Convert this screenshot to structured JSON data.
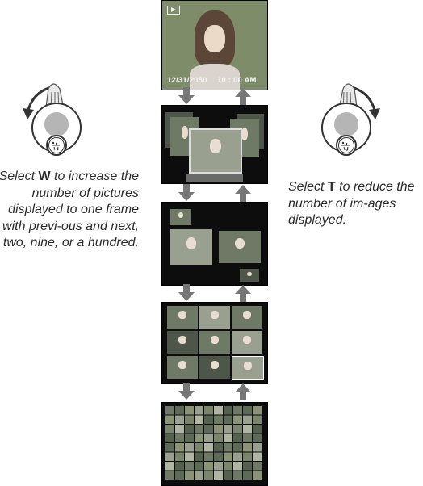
{
  "screen1": {
    "date": "12/31/2050",
    "time": "10 : 00  AM"
  },
  "left_caption": {
    "select": "Select",
    "key": "W",
    "rest": " to increase the number of pictures displayed to one frame with previ-ous and next, two, nine, or a hundred."
  },
  "right_caption": {
    "select": "Select",
    "key": "T",
    "rest": " to reduce the number of im-ages displayed."
  },
  "colors": {
    "frame": "#0d0d0d",
    "arrow": "#777777",
    "photo": "#8a9474"
  }
}
